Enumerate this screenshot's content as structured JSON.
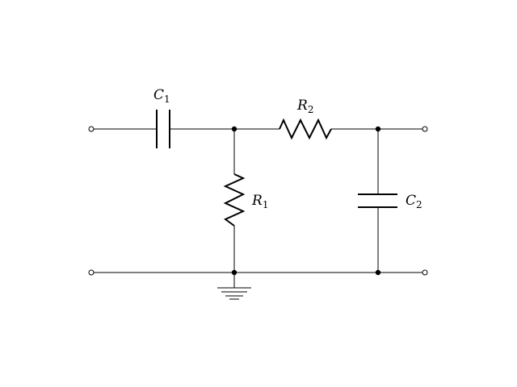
{
  "components": {
    "c1": {
      "symbol": "C",
      "subscript": "1"
    },
    "r2": {
      "symbol": "R",
      "subscript": "2"
    },
    "r1": {
      "symbol": "R",
      "subscript": "1"
    },
    "c2": {
      "symbol": "C",
      "subscript": "2"
    }
  }
}
